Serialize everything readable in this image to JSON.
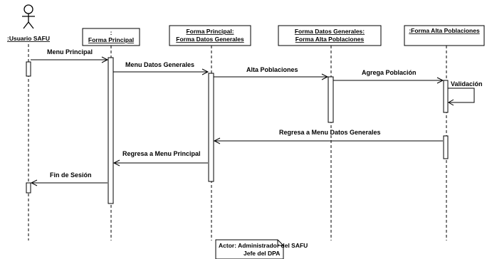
{
  "actor": {
    "name": ":Usuario SAFU"
  },
  "objects": [
    {
      "title_line1": ":",
      "title_line2": "Forma Principal"
    },
    {
      "title_line1": "Forma Principal:",
      "title_line2": "Forma Datos Generales"
    },
    {
      "title_line1": "Forma Datos Generales:",
      "title_line2": "Forma Alta Poblaciones"
    },
    {
      "title_line1": ":Forma Alta Poblaciones",
      "title_line2": ""
    }
  ],
  "messages": [
    {
      "label": "Menu Principal"
    },
    {
      "label": "Menu Datos Generales"
    },
    {
      "label": "Alta Poblaciones"
    },
    {
      "label": "Agrega Población"
    },
    {
      "label": "Validación"
    },
    {
      "label": "Regresa a Menu Datos Generales"
    },
    {
      "label": "Regresa a Menu Principal"
    },
    {
      "label": "Fin de Sesión"
    }
  ],
  "note": {
    "line1": "Actor:  Administrador del SAFU",
    "line2": "Jefe del DPA"
  }
}
